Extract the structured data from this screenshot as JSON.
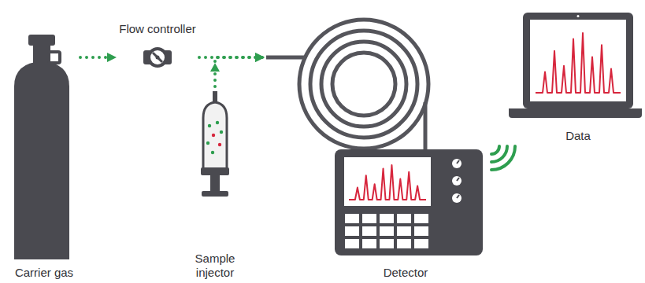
{
  "diagram": {
    "nodes": [
      {
        "text": [
          "Carrier gas"
        ]
      },
      {
        "text": [
          "Flow controller"
        ]
      },
      {
        "text": [
          "Sample injector"
        ]
      },
      {
        "text": [
          "Detector"
        ]
      },
      {
        "text": [
          "Data"
        ]
      }
    ],
    "edges": [
      {
        "from": 0,
        "to": 1,
        "arrow": "to"
      },
      {
        "from": 1,
        "to": 3,
        "arrow": "to"
      },
      {
        "from": 2,
        "to": 3,
        "arrow": "to"
      }
    ]
  }
}
